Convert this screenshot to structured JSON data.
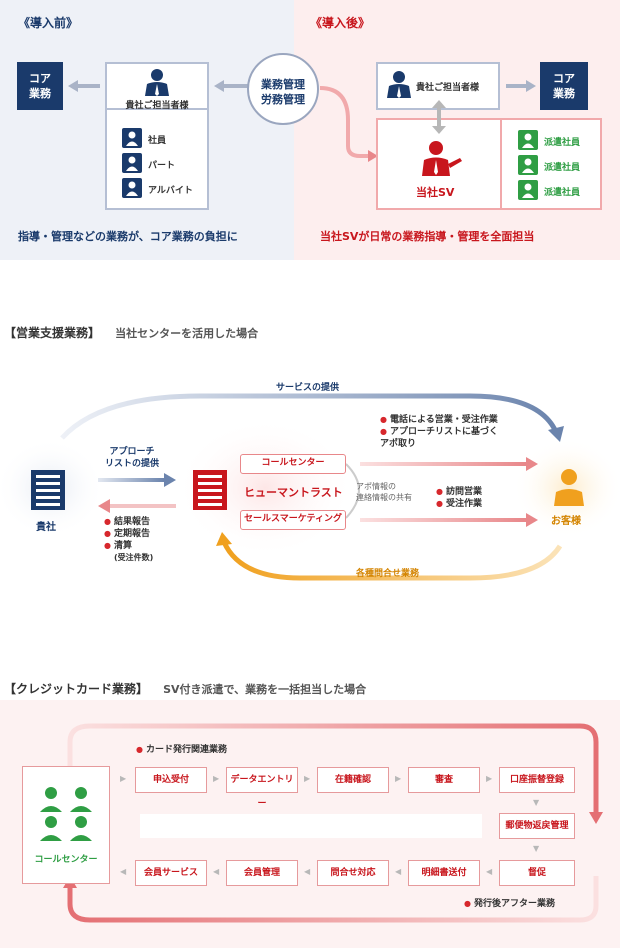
{
  "before": {
    "title": "《導入前》",
    "core": "コア\n業務",
    "manager": "貴社ご担当者様",
    "staff": [
      "社員",
      "パート",
      "アルバイト"
    ],
    "caption": "指導・管理などの業務が、コア業務の負担に"
  },
  "center_circle": "業務管理\n労務管理",
  "after": {
    "title": "《導入後》",
    "manager": "貴社ご担当者様",
    "core": "コア\n業務",
    "sv": "当社SV",
    "staff": [
      "派遣社員",
      "派遣社員",
      "派遣社員"
    ],
    "caption": "当社SVが日常の業務指導・管理を全面担当"
  },
  "sales": {
    "title": "【営業支援業務】",
    "subtitle": "当社センターを活用した場合",
    "service": "サービスの提供",
    "approach": "アプローチ\nリストの提供",
    "company": "貴社",
    "center": "ヒューマントラスト",
    "call_center": "コールセンター",
    "sales_marketing": "セールスマーケティング",
    "share": "アポ情報の\n連絡情報の共有",
    "notes_top": [
      "電話による営業・受注作業",
      "アプローチリストに基づく\nアポ取り"
    ],
    "notes_mid": [
      "訪問営業",
      "受注作業"
    ],
    "notes_left": [
      "結果報告",
      "定期報告",
      "清算"
    ],
    "notes_left_sub": "(受注件数)",
    "customer": "お客様",
    "inquiry": "各種問合せ業務"
  },
  "credit": {
    "title": "【クレジットカード業務】",
    "subtitle": "SV付き派遣で、業務を一括担当した場合",
    "issue_label": "カード発行関連業務",
    "after_label": "発行後アフター業務",
    "center": "コールセンター",
    "row1": [
      "申込受付",
      "データエントリー",
      "在籍確認",
      "審査",
      "口座振替登録"
    ],
    "mid": "郵便物返戻管理",
    "row2": [
      "会員サービス",
      "会員管理",
      "問合せ対応",
      "明細書送付",
      "督促"
    ]
  },
  "colors": {
    "navy": "#1a3a6b",
    "red": "#c8161d",
    "green": "#2f9e44",
    "orange": "#f0a01e"
  }
}
